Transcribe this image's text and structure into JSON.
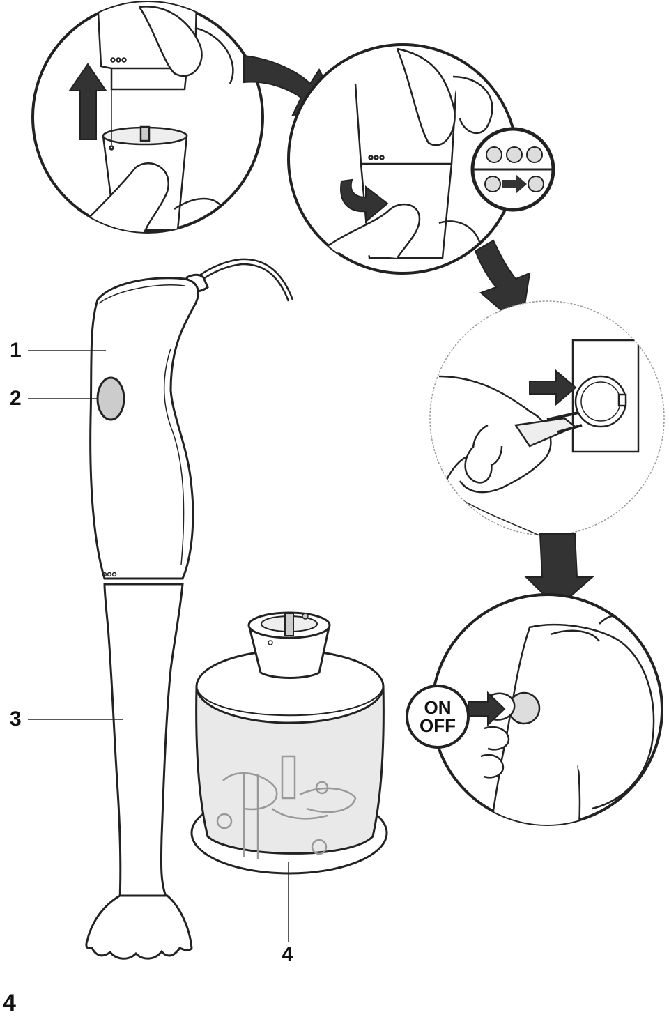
{
  "labels": {
    "part_1": "1",
    "part_2": "2",
    "part_3": "3",
    "part_4": "4"
  },
  "switch_badge": {
    "on": "ON",
    "off": "OFF"
  },
  "page_number": "4",
  "colors": {
    "line": "#222222",
    "arrow": "#333333",
    "tint": "#cfcfcf"
  }
}
